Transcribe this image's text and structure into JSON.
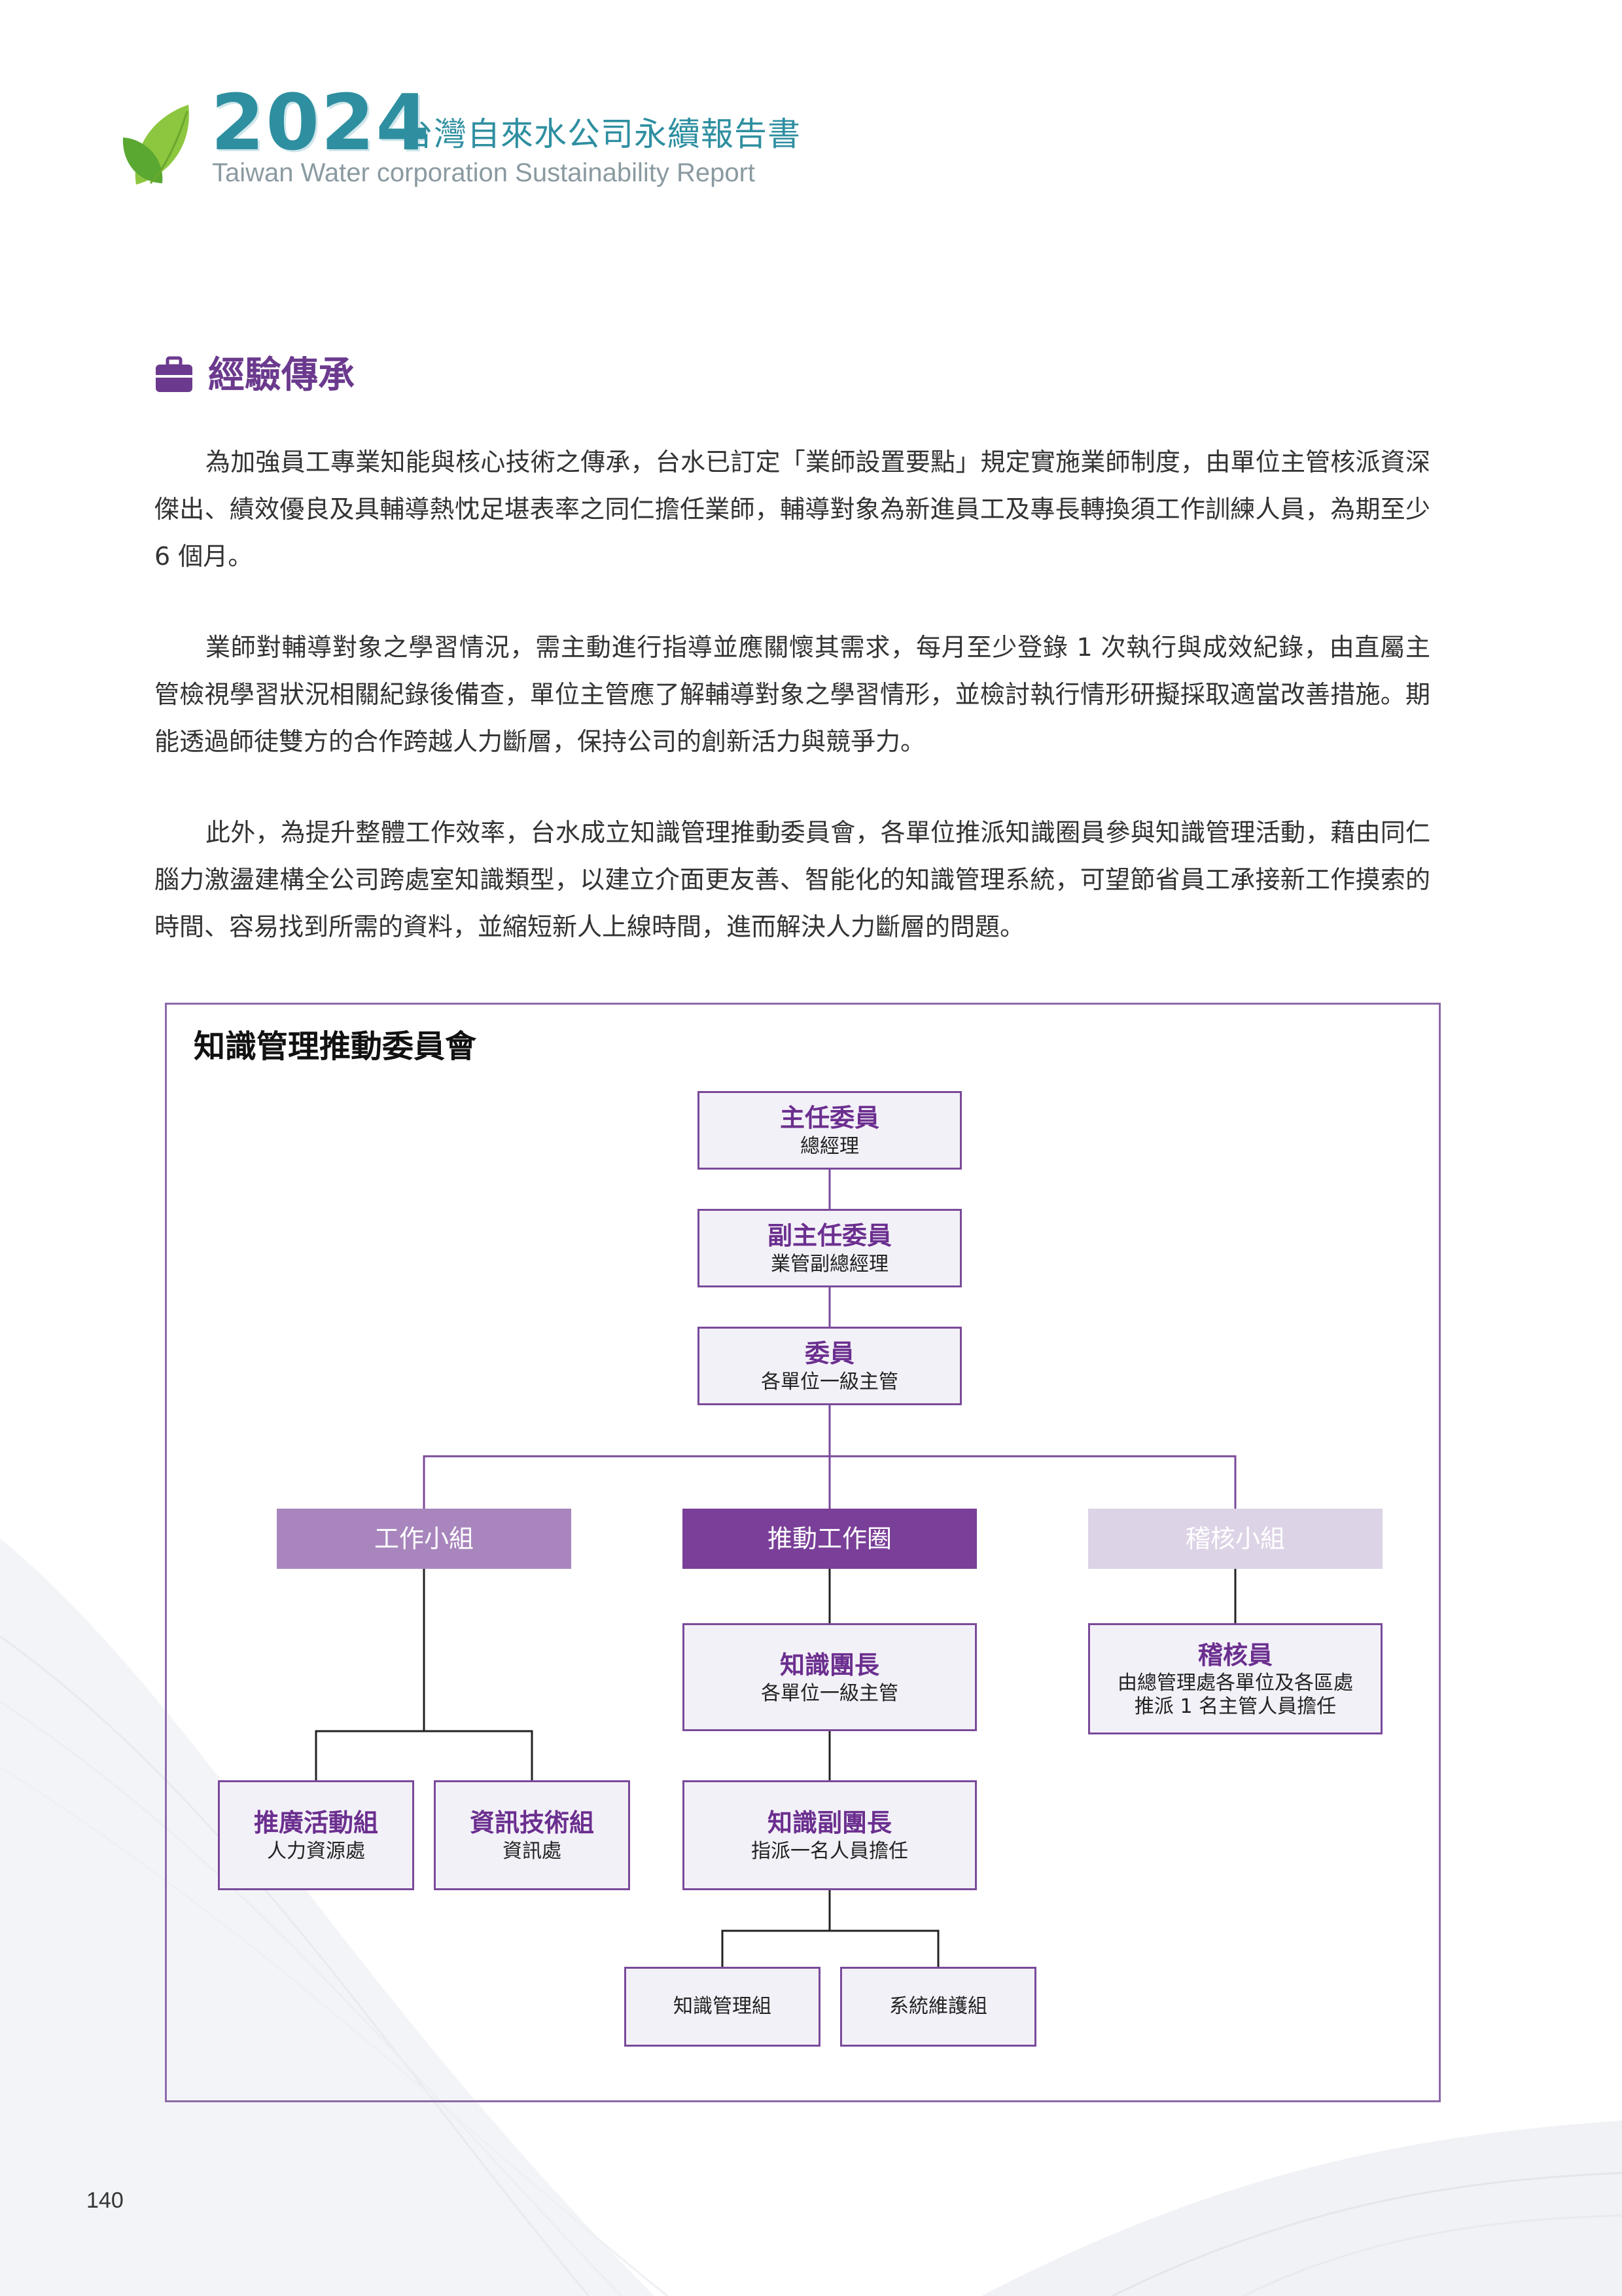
{
  "header": {
    "year": "2024",
    "title_zh": "台灣自來水公司永續報告書",
    "title_en": "Taiwan Water corporation Sustainability Report",
    "brand_color": "#2e8fa0",
    "logo_icon": "green-leaves-icon"
  },
  "section": {
    "icon": "briefcase-icon",
    "title": "經驗傳承",
    "paragraphs": [
      "為加強員工專業知能與核心技術之傳承，台水已訂定「業師設置要點」規定實施業師制度，由單位主管核派資深傑出、績效優良及具輔導熱忱足堪表率之同仁擔任業師，輔導對象為新進員工及專長轉換須工作訓練人員，為期至少 6 個月。",
      "業師對輔導對象之學習情況，需主動進行指導並應關懷其需求，每月至少登錄 1 次執行與成效紀錄，由直屬主管檢視學習狀況相關紀錄後備查，單位主管應了解輔導對象之學習情形，並檢討執行情形研擬採取適當改善措施。期能透過師徒雙方的合作跨越人力斷層，保持公司的創新活力與競爭力。",
      "此外，為提升整體工作效率，台水成立知識管理推動委員會，各單位推派知識圈員參與知識管理活動，藉由同仁腦力激盪建構全公司跨處室知識類型，以建立介面更友善、智能化的知識管理系統，可望節省員工承接新工作摸索的時間、容易找到所需的資料，並縮短新人上線時間，進而解決人力斷層的問題。"
    ]
  },
  "org_chart": {
    "title": "知識管理推動委員會",
    "chair": {
      "title": "主任委員",
      "subtitle": "總經理"
    },
    "vice_chair": {
      "title": "副主任委員",
      "subtitle": "業管副總經理"
    },
    "members": {
      "title": "委員",
      "subtitle": "各單位一級主管"
    },
    "groups": {
      "work": "工作小組",
      "promotion": "推動工作圈",
      "audit": "稽核小組"
    },
    "work_subgroups": [
      {
        "title": "推廣活動組",
        "subtitle": "人力資源處"
      },
      {
        "title": "資訊技術組",
        "subtitle": "資訊處"
      }
    ],
    "circle_leader": {
      "title": "知識團長",
      "subtitle": "各單位一級主管"
    },
    "circle_vice_leader": {
      "title": "知識副團長",
      "subtitle": "指派一名人員擔任"
    },
    "circle_teams": [
      "知識管理組",
      "系統維護組"
    ],
    "auditor": {
      "title": "稽核員",
      "subtitle_line1": "由總管理處各單位及各區處",
      "subtitle_line2": "推派 1 名主管人員擔任"
    },
    "colors": {
      "work_band": "#a886bd",
      "promotion_band": "#7a3f98",
      "audit_band": "#ddd3e6",
      "box_border": "#7a4a9a",
      "box_fill": "#f3f1f8"
    }
  },
  "page_number": "140"
}
